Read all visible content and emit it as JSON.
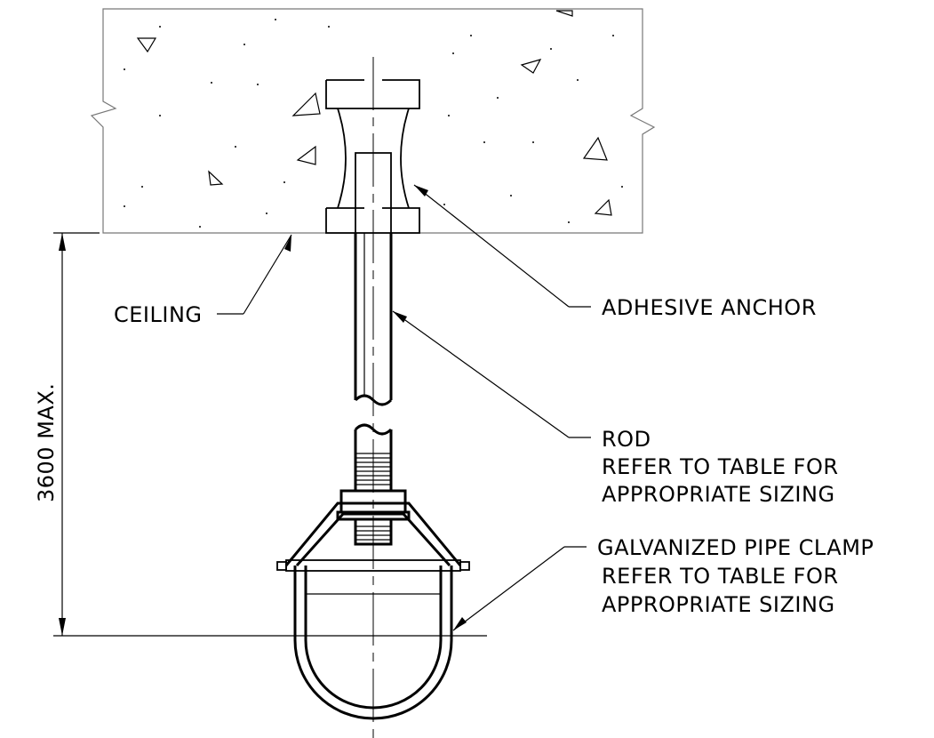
{
  "labels": {
    "ceiling": "CEILING",
    "adhesive_anchor": "ADHESIVE ANCHOR",
    "rod_title": "ROD",
    "rod_line1": "REFER TO TABLE FOR",
    "rod_line2": "APPROPRIATE SIZING",
    "clamp_title": "GALVANIZED PIPE CLAMP",
    "clamp_line1": "REFER TO TABLE FOR",
    "clamp_line2": "APPROPRIATE SIZING",
    "dimension": "3600 MAX."
  },
  "colors": {
    "line": "#000000",
    "concrete_outline": "#777777",
    "background": "#ffffff"
  }
}
